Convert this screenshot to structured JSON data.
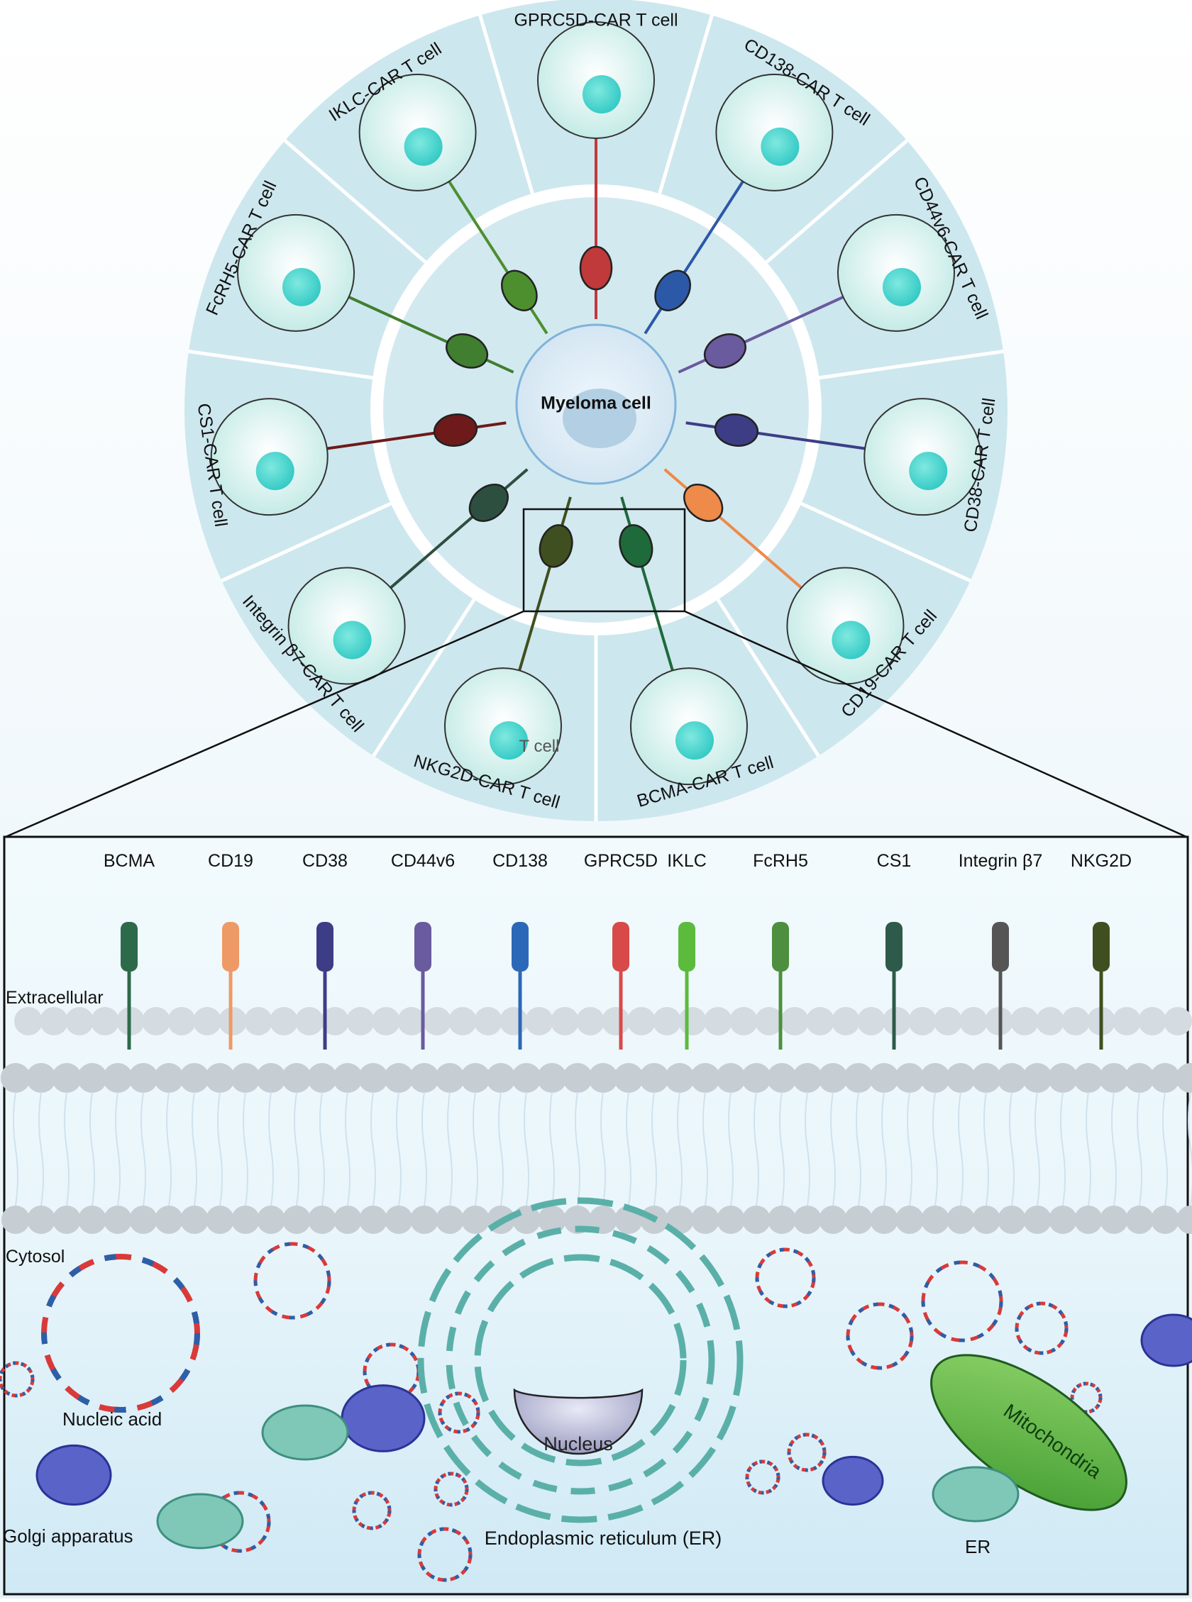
{
  "top": {
    "center_label": "Myeloma cell",
    "segments": [
      {
        "label": "GPRC5D-CAR T cell",
        "color": "#c0393b"
      },
      {
        "label": "CD138-CAR T cell",
        "color": "#2c58a8"
      },
      {
        "label": "CD44v6-CAR T cell",
        "color": "#6a5a9e"
      },
      {
        "label": "CD38-CAR T cell",
        "color": "#3d3d86"
      },
      {
        "label": "CD19-CAR T cell",
        "color": "#ee8a4a"
      },
      {
        "label": "BCMA-CAR T cell",
        "color": "#1e6a3a"
      },
      {
        "label": "NKG2D-CAR T cell",
        "color": "#3f4f1f"
      },
      {
        "label": "Integrin β7-CAR T cell",
        "color": "#2d4f3f"
      },
      {
        "label": "CS1-CAR T cell",
        "color": "#6e1a1a"
      },
      {
        "label": "FcRH5-CAR T cell",
        "color": "#3f7f2f"
      },
      {
        "label": "IKLC-CAR T cell",
        "color": "#4d8f2f"
      }
    ],
    "tcell_label": "T cell"
  },
  "bottom": {
    "receptors": [
      {
        "label": "BCMA",
        "color": "#2d6a4a"
      },
      {
        "label": "CD19",
        "color": "#ee9a66"
      },
      {
        "label": "CD38",
        "color": "#3d3d86"
      },
      {
        "label": "CD44v6",
        "color": "#6a5a9e"
      },
      {
        "label": "CD138",
        "color": "#2c68b8"
      },
      {
        "label": "GPRC5D",
        "color": "#d84a4a"
      },
      {
        "label": "IKLC",
        "color": "#5cba3c"
      },
      {
        "label": "FcRH5",
        "color": "#4d8f3f"
      },
      {
        "label": "CS1",
        "color": "#2d5a4a"
      },
      {
        "label": "Integrin β7",
        "color": "#555555"
      },
      {
        "label": "NKG2D",
        "color": "#3f4f1f"
      }
    ],
    "extracellular_label": "Extracellular",
    "cytosol_label": "Cytosol",
    "nucleic_acid_label": "Nucleic acid",
    "golgi_label": "Golgi apparatus",
    "nucleus_label": "Nucleus",
    "er_label": "Endoplasmic reticulum (ER)",
    "mito_label": "Mitochondria",
    "er_short_label": "ER"
  }
}
